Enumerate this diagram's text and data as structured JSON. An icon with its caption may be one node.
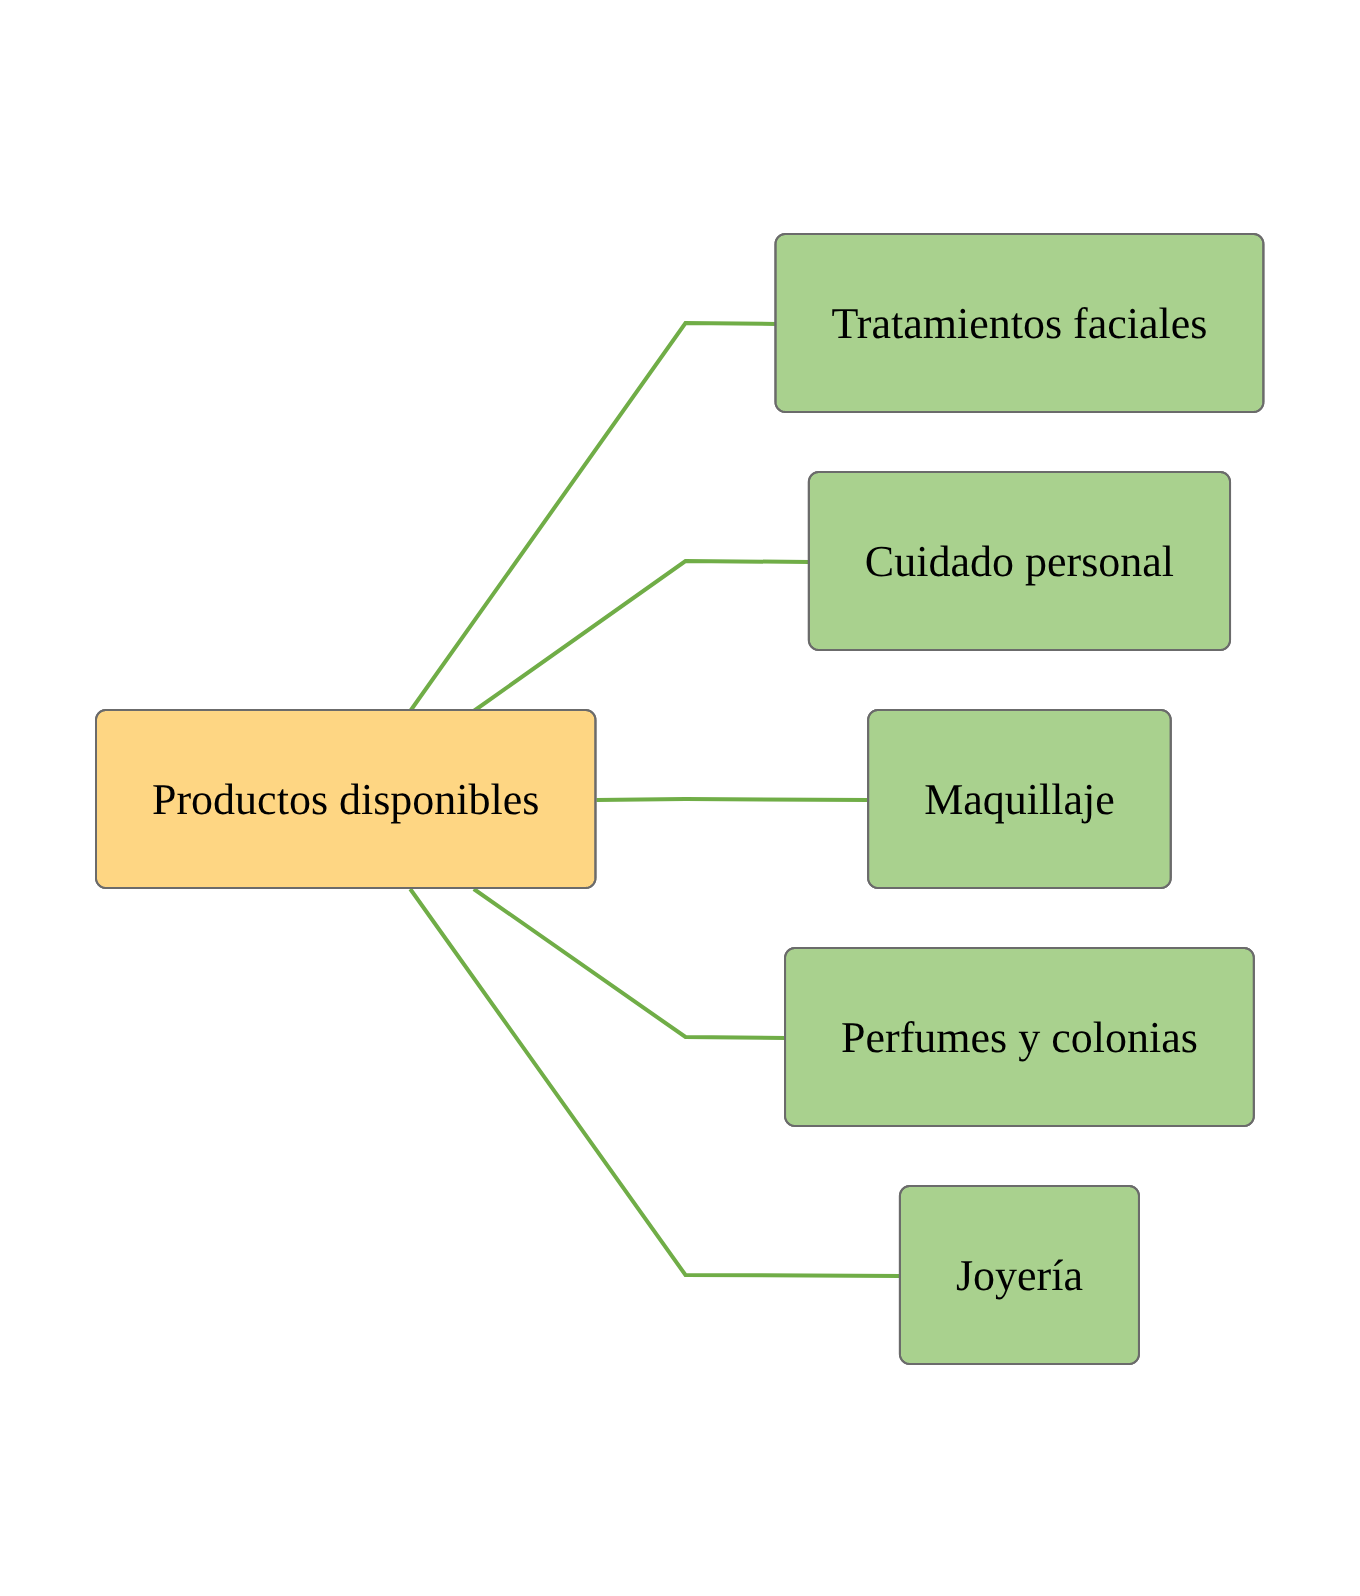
{
  "diagram": {
    "nodes": [
      {
        "text": [
          "Productos disponibles"
        ]
      },
      {
        "text": [
          "Tratamientos faciales"
        ]
      },
      {
        "text": [
          "Cuidado personal"
        ]
      },
      {
        "text": [
          "Maquillaje"
        ]
      },
      {
        "text": [
          "Perfumes y colonias"
        ]
      },
      {
        "text": [
          "Joyería"
        ]
      }
    ],
    "edges": [
      {
        "from": 0,
        "to": 1,
        "arrow": "none"
      },
      {
        "from": 0,
        "to": 2,
        "arrow": "none"
      },
      {
        "from": 0,
        "to": 3,
        "arrow": "none"
      },
      {
        "from": 0,
        "to": 4,
        "arrow": "none"
      },
      {
        "from": 0,
        "to": 5,
        "arrow": "none"
      }
    ]
  }
}
